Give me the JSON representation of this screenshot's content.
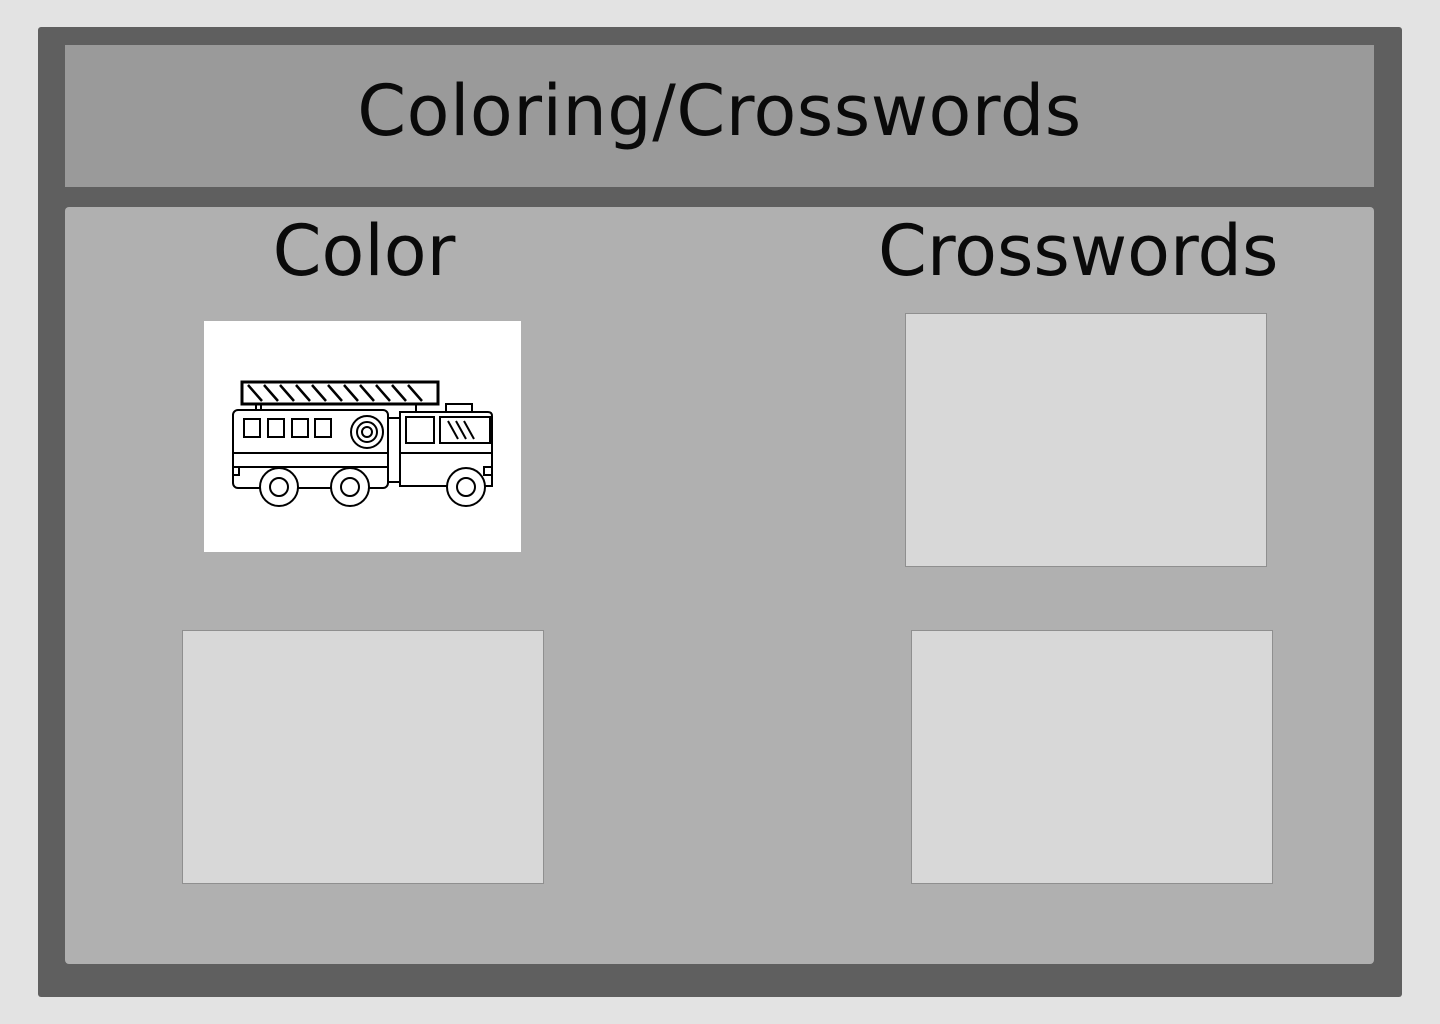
{
  "header": {
    "title": "Coloring/Crosswords"
  },
  "columns": [
    {
      "title": "Color",
      "items": [
        {
          "image": "fire-truck-coloring-page"
        },
        {
          "image": "empty-placeholder"
        }
      ]
    },
    {
      "title": "Crosswords",
      "items": [
        {
          "image": "empty-placeholder"
        },
        {
          "image": "empty-placeholder"
        }
      ]
    }
  ],
  "colors": {
    "page_background": "#e3e3e3",
    "frame": "#5f5f5f",
    "header_background": "#9a9a9a",
    "content_background": "#b0b0b0",
    "placeholder": "#d8d8d8"
  }
}
